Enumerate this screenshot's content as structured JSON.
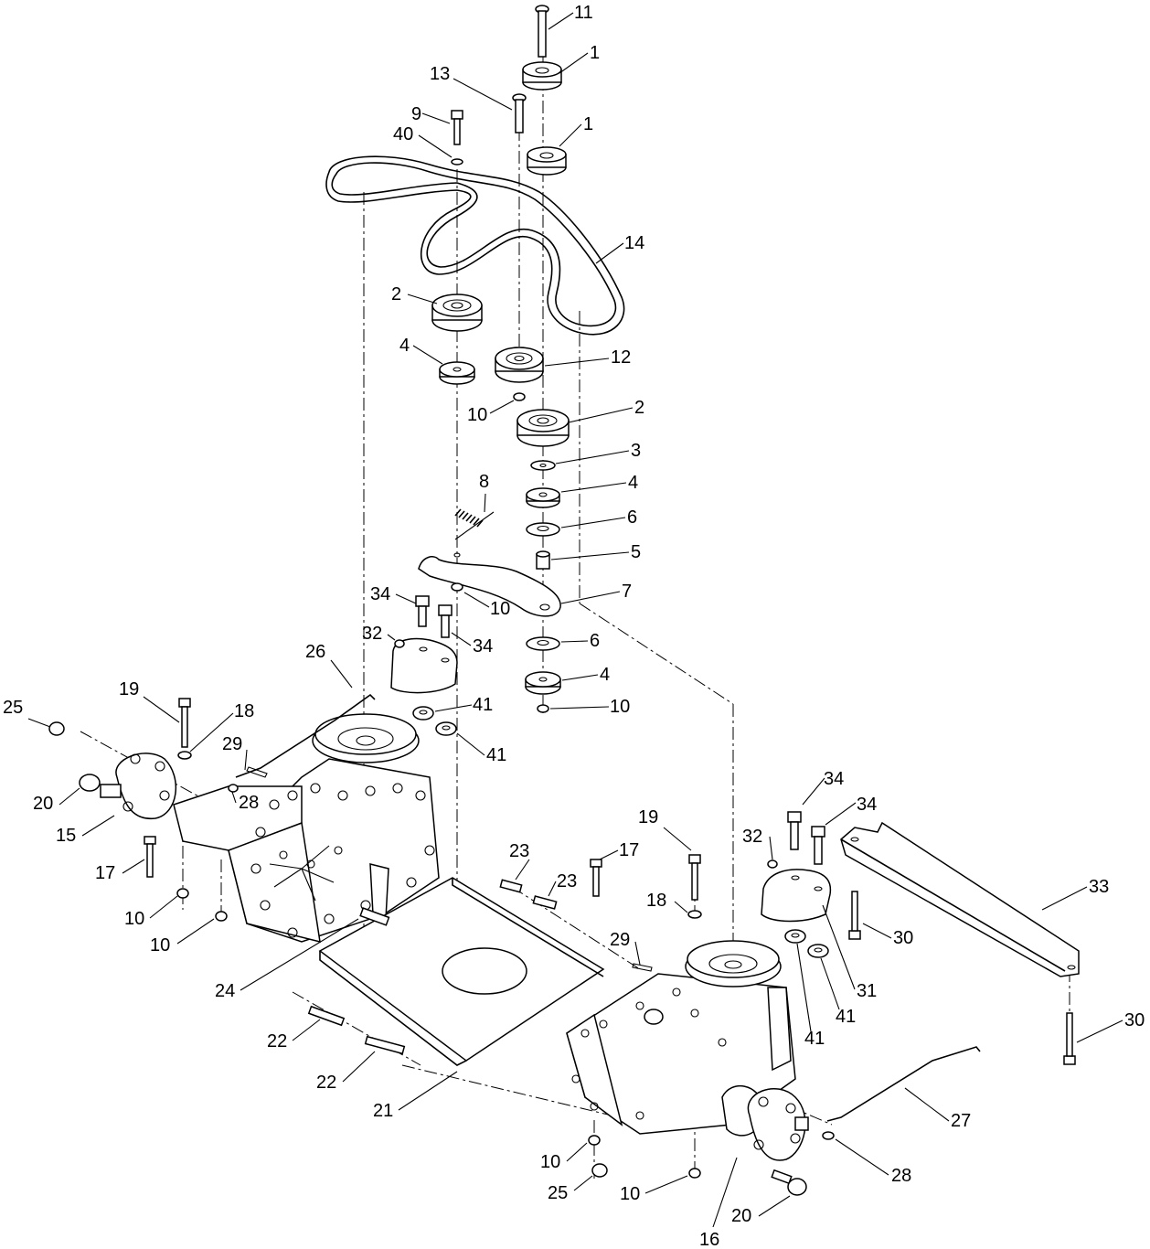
{
  "callouts": [
    {
      "text": "11"
    },
    {
      "text": "1"
    },
    {
      "text": "13"
    },
    {
      "text": "1"
    },
    {
      "text": "9"
    },
    {
      "text": "40"
    },
    {
      "text": "14"
    },
    {
      "text": "2"
    },
    {
      "text": "12"
    },
    {
      "text": "4"
    },
    {
      "text": "10"
    },
    {
      "text": "2"
    },
    {
      "text": "3"
    },
    {
      "text": "4"
    },
    {
      "text": "8"
    },
    {
      "text": "6"
    },
    {
      "text": "5"
    },
    {
      "text": "7"
    },
    {
      "text": "34"
    },
    {
      "text": "10"
    },
    {
      "text": "32"
    },
    {
      "text": "34"
    },
    {
      "text": "6"
    },
    {
      "text": "26"
    },
    {
      "text": "4"
    },
    {
      "text": "41"
    },
    {
      "text": "10"
    },
    {
      "text": "19"
    },
    {
      "text": "25"
    },
    {
      "text": "18"
    },
    {
      "text": "41"
    },
    {
      "text": "29"
    },
    {
      "text": "20"
    },
    {
      "text": "28"
    },
    {
      "text": "15"
    },
    {
      "text": "34"
    },
    {
      "text": "34"
    },
    {
      "text": "19"
    },
    {
      "text": "32"
    },
    {
      "text": "17"
    },
    {
      "text": "17"
    },
    {
      "text": "23"
    },
    {
      "text": "23"
    },
    {
      "text": "33"
    },
    {
      "text": "10"
    },
    {
      "text": "18"
    },
    {
      "text": "10"
    },
    {
      "text": "30"
    },
    {
      "text": "29"
    },
    {
      "text": "24"
    },
    {
      "text": "31"
    },
    {
      "text": "41"
    },
    {
      "text": "41"
    },
    {
      "text": "22"
    },
    {
      "text": "30"
    },
    {
      "text": "22"
    },
    {
      "text": "21"
    },
    {
      "text": "27"
    },
    {
      "text": "10"
    },
    {
      "text": "28"
    },
    {
      "text": "25"
    },
    {
      "text": "10"
    },
    {
      "text": "16"
    },
    {
      "text": "20"
    }
  ]
}
